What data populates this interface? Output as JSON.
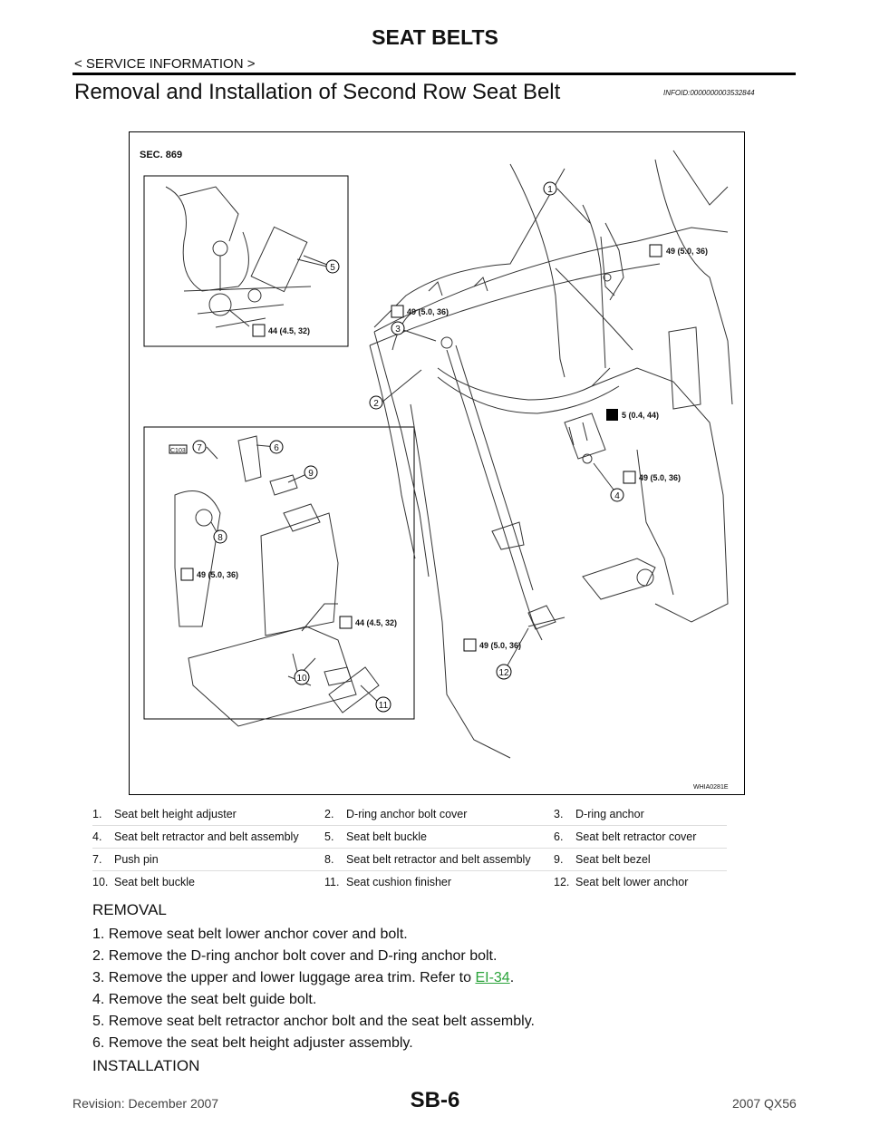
{
  "header": {
    "title": "SEAT BELTS",
    "breadcrumb": "< SERVICE INFORMATION >"
  },
  "section": {
    "title": "Removal and Installation of Second Row Seat Belt",
    "info_id": "INFOID:0000000003532844"
  },
  "figure": {
    "sec_label": "SEC. 869",
    "figure_code": "WHIA0281E",
    "connector_label": "C103",
    "torques": {
      "t1": "49 (5.0, 36)",
      "t2": "49 (5.0, 36)",
      "t3": "44 (4.5, 32)",
      "t4": "5 (0.4, 44)",
      "t5": "49 (5.0, 36)",
      "t6": "49 (5.0, 36)",
      "t7": "44 (4.5, 32)",
      "t8": "49 (5.0, 36)"
    },
    "callouts": [
      "1",
      "2",
      "3",
      "4",
      "5",
      "6",
      "7",
      "8",
      "9",
      "10",
      "11",
      "12"
    ]
  },
  "legend": [
    [
      {
        "n": "1.",
        "t": "Seat belt height adjuster"
      },
      {
        "n": "2.",
        "t": "D-ring anchor bolt cover"
      },
      {
        "n": "3.",
        "t": "D-ring anchor"
      }
    ],
    [
      {
        "n": "4.",
        "t": "Seat belt retractor and belt assembly"
      },
      {
        "n": "5.",
        "t": "Seat belt buckle"
      },
      {
        "n": "6.",
        "t": "Seat belt retractor cover"
      }
    ],
    [
      {
        "n": "7.",
        "t": "Push pin"
      },
      {
        "n": "8.",
        "t": "Seat belt retractor and belt assembly"
      },
      {
        "n": "9.",
        "t": "Seat belt bezel"
      }
    ],
    [
      {
        "n": "10.",
        "t": "Seat belt buckle"
      },
      {
        "n": "11.",
        "t": "Seat cushion finisher"
      },
      {
        "n": "12.",
        "t": "Seat belt lower anchor"
      }
    ]
  ],
  "removal": {
    "heading": "REMOVAL",
    "steps": [
      "1.  Remove seat belt lower anchor cover and bolt.",
      "2.  Remove the D-ring anchor bolt cover and D-ring anchor bolt.",
      "3.  Remove the upper and lower luggage area trim. Refer to ",
      "4.  Remove the seat belt guide bolt.",
      "5.  Remove seat belt retractor anchor bolt and the seat belt assembly.",
      "6.  Remove the seat belt height adjuster assembly."
    ],
    "step3_link": "EI-34",
    "step3_tail": "."
  },
  "installation": {
    "heading": "INSTALLATION"
  },
  "footer": {
    "page": "SB-6",
    "revision": "Revision: December 2007",
    "model": "2007 QX56"
  }
}
